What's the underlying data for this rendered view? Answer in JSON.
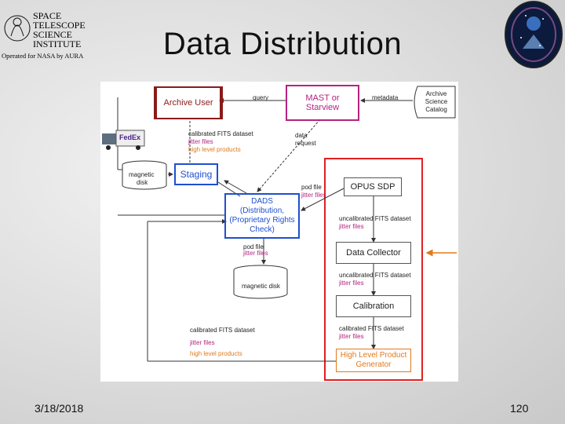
{
  "slide": {
    "title": "Data Distribution",
    "date": "3/18/2018",
    "page_number": "120"
  },
  "logo": {
    "line1": "SPACE",
    "line2": "TELESCOPE",
    "line3": "SCIENCE",
    "line4": "INSTITUTE",
    "tagline": "Operated for NASA by AURA"
  },
  "diagram": {
    "archive_user": "Archive User",
    "mast_line1": "MAST or",
    "mast_line2": "Starview",
    "catalog_line1": "Archive",
    "catalog_line2": "Science",
    "catalog_line3": "Catalog",
    "query": "query",
    "metadata": "metadata",
    "fedex": "FedEx",
    "calibrated_fits": "calibrated FITS dataset",
    "jitter_files": "jitter files",
    "high_level_products": "high level products",
    "data_request_1": "data",
    "data_request_2": "request",
    "magnetic_disk_small_1": "magnetic",
    "magnetic_disk_small_2": "disk",
    "staging": "Staging",
    "pod_file": "pod file",
    "opus_sdp": "OPUS SDP",
    "dads_1": "DADS",
    "dads_2": "(Distribution,",
    "dads_3": "(Proprietary Rights",
    "dads_4": "Check)",
    "uncal_fits": "uncalibrated FITS dataset",
    "data_collector": "Data Collector",
    "magnetic_disk": "magnetic disk",
    "calibration": "Calibration",
    "hlpg_1": "High Level Product",
    "hlpg_2": "Generator"
  },
  "colors": {
    "archive_user_border": "#8b1a1a",
    "mast_border": "#b5237f",
    "dads_border": "#1f4fd1",
    "opus_region_border": "#e02020",
    "staging_border": "#1f4fd1",
    "hlpg_border": "#e07a1c",
    "jitter_text": "#b5237f",
    "products_text": "#e07a1c"
  }
}
